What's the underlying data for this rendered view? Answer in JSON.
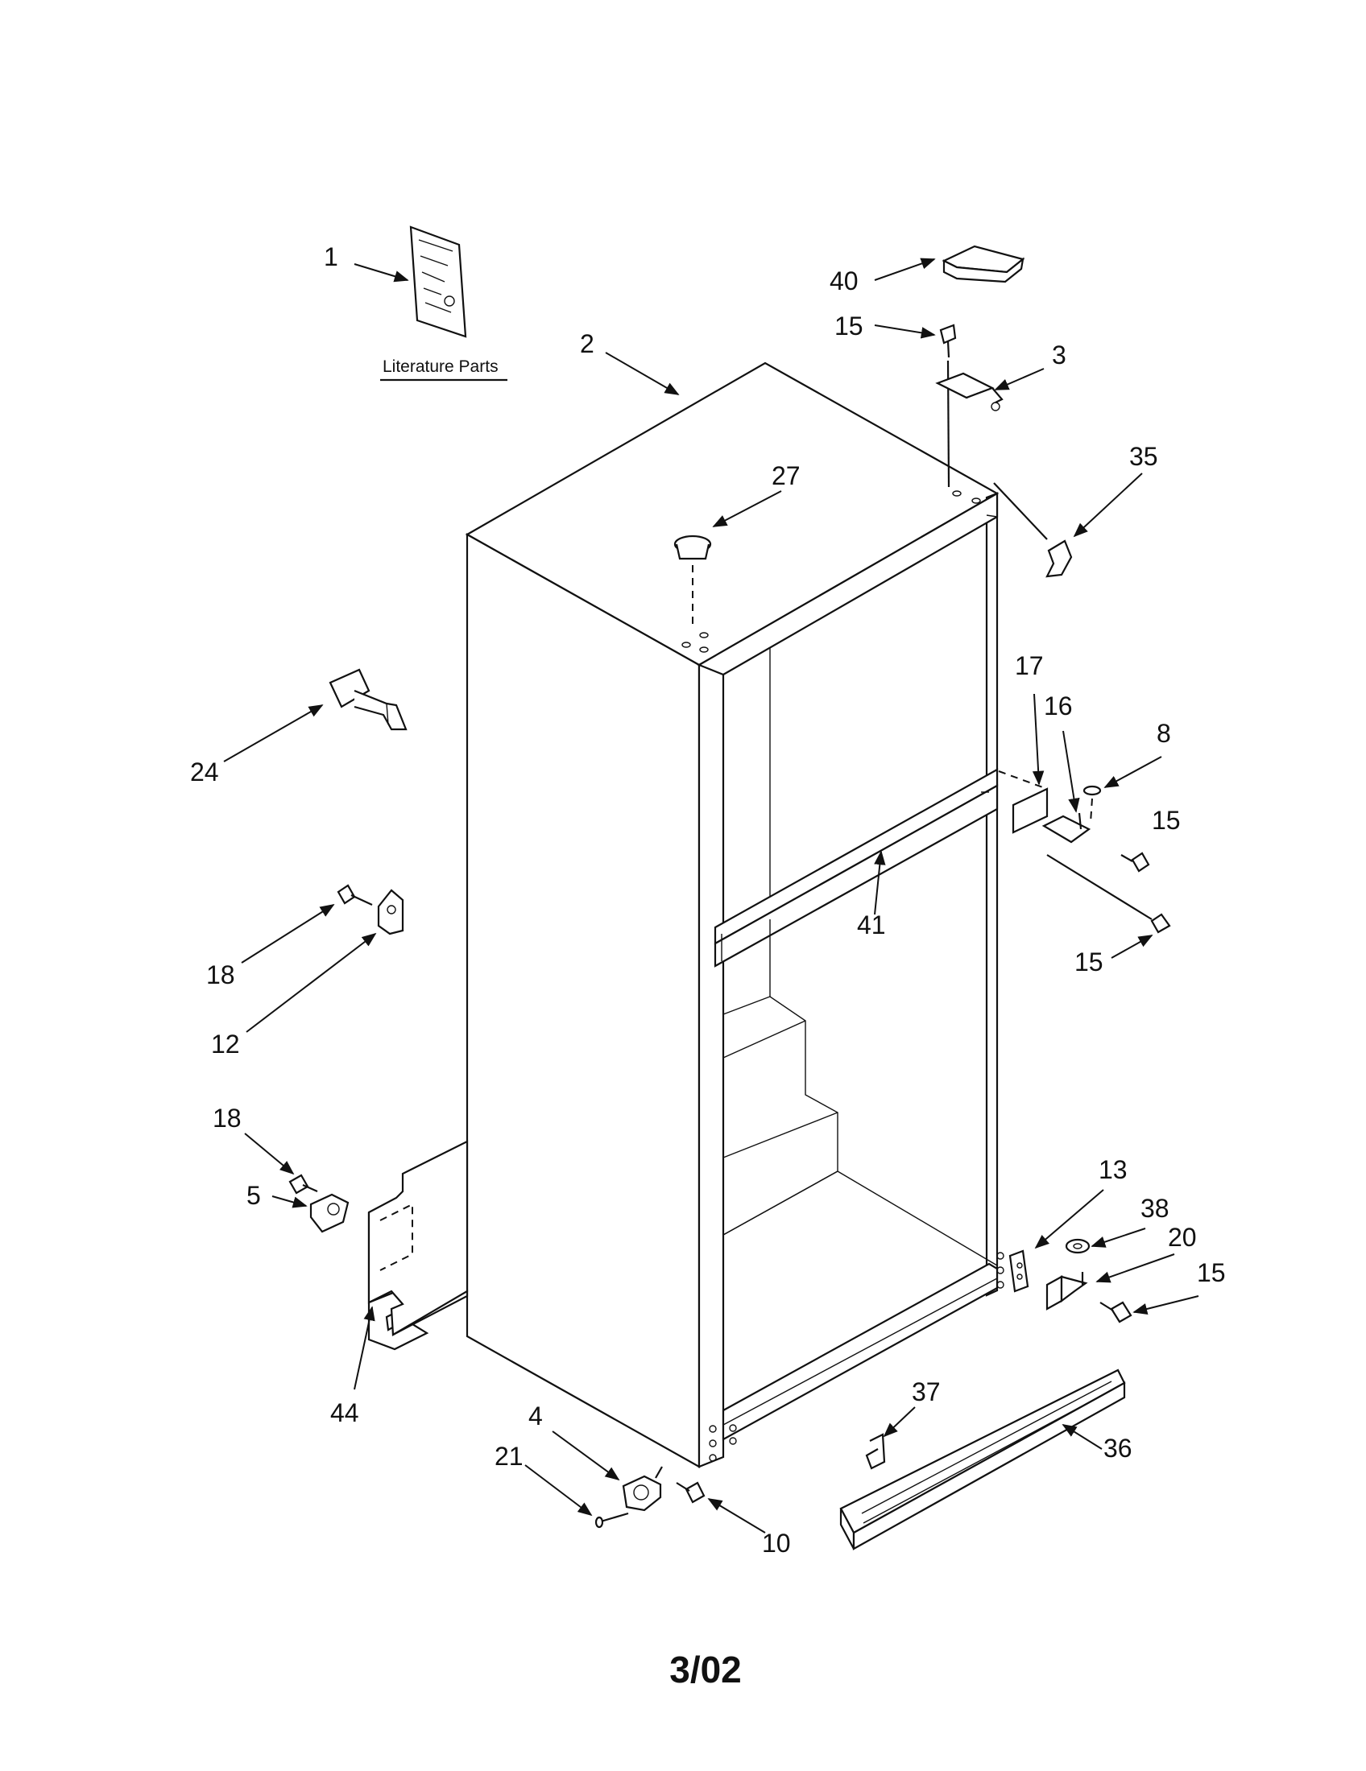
{
  "diagram": {
    "literature_label": "Literature Parts",
    "footer_code": "3/02",
    "callouts": {
      "c1": "1",
      "c2": "2",
      "c3": "3",
      "c4": "4",
      "c5": "5",
      "c8": "8",
      "c10": "10",
      "c12": "12",
      "c13": "13",
      "c15a": "15",
      "c15b": "15",
      "c15c": "15",
      "c15d": "15",
      "c16": "16",
      "c17": "17",
      "c18a": "18",
      "c18b": "18",
      "c20": "20",
      "c21": "21",
      "c24": "24",
      "c27": "27",
      "c35": "35",
      "c36": "36",
      "c37": "37",
      "c38": "38",
      "c40": "40",
      "c41": "41",
      "c44": "44"
    }
  }
}
